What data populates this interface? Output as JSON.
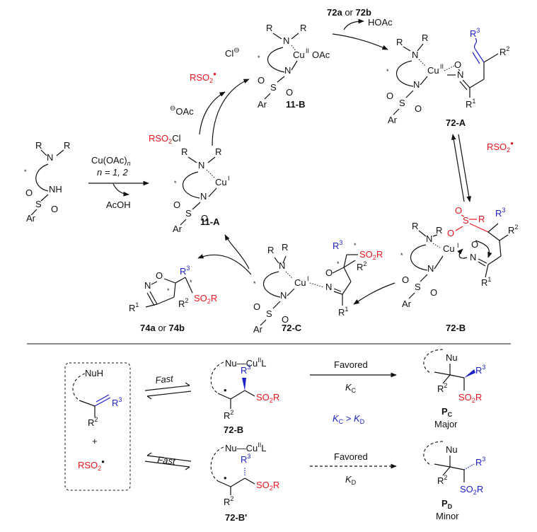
{
  "reagents": {
    "cu_oac": "Cu(OAc)",
    "cu_oac_sub": "n",
    "n_eq": "n = 1, 2",
    "acoh": "AcOH",
    "rso2cl": "RSO2Cl",
    "oac_anion": "OAc",
    "rso2_radical": "RSO2",
    "cl_anion": "Cl",
    "substrates": "72a or 72b",
    "hoac": "HOAc",
    "rso2_radical_right": "RSO2"
  },
  "compounds": {
    "ligand": "",
    "cat_11a": "11-A",
    "cat_11b": "11-B",
    "int_72a": "72-A",
    "int_72b": "72-B",
    "int_72c": "72-C",
    "product": "74a or 74b"
  },
  "bottom": {
    "fast_top": "Fast",
    "fast_bottom": "Fast",
    "favored_top": "Favored",
    "favored_bottom": "Favored",
    "kc": "KC",
    "kd": "KD",
    "compare": "KC > KD",
    "int_72b": "72-B",
    "int_72b_prime": "72-B'",
    "pc": "PC",
    "pd": "PD",
    "major": "Major",
    "minor": "Minor",
    "nuh": "NuH",
    "plus": "+",
    "radical_box": "RSO2",
    "nu_cu": "Nu—CuIIL"
  },
  "colors": {
    "red": "#e8141c",
    "blue": "#1c21c8",
    "black": "#111111"
  }
}
